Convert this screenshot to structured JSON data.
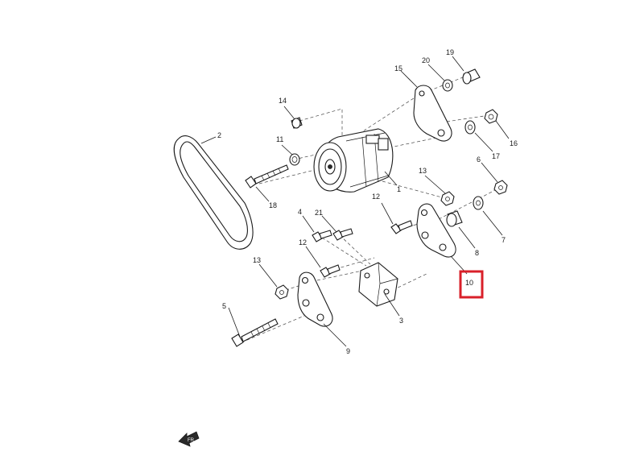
{
  "callouts": [
    {
      "id": "c1",
      "label": "1"
    },
    {
      "id": "c2",
      "label": "2"
    },
    {
      "id": "c3",
      "label": "3"
    },
    {
      "id": "c4",
      "label": "4"
    },
    {
      "id": "c5",
      "label": "5"
    },
    {
      "id": "c6",
      "label": "6"
    },
    {
      "id": "c7",
      "label": "7"
    },
    {
      "id": "c8",
      "label": "8"
    },
    {
      "id": "c9",
      "label": "9"
    },
    {
      "id": "c10",
      "label": "10"
    },
    {
      "id": "c11",
      "label": "11"
    },
    {
      "id": "c12a",
      "label": "12"
    },
    {
      "id": "c12b",
      "label": "12"
    },
    {
      "id": "c13a",
      "label": "13"
    },
    {
      "id": "c13b",
      "label": "13"
    },
    {
      "id": "c14",
      "label": "14"
    },
    {
      "id": "c15",
      "label": "15"
    },
    {
      "id": "c16",
      "label": "16"
    },
    {
      "id": "c17",
      "label": "17"
    },
    {
      "id": "c18",
      "label": "18"
    },
    {
      "id": "c19",
      "label": "19"
    },
    {
      "id": "c20",
      "label": "20"
    },
    {
      "id": "c21",
      "label": "21"
    }
  ],
  "highlighted_callout": "10",
  "highlight_color": "#d9202a",
  "front_marker": {
    "icon": "front-arrow-icon",
    "text": "FR"
  }
}
